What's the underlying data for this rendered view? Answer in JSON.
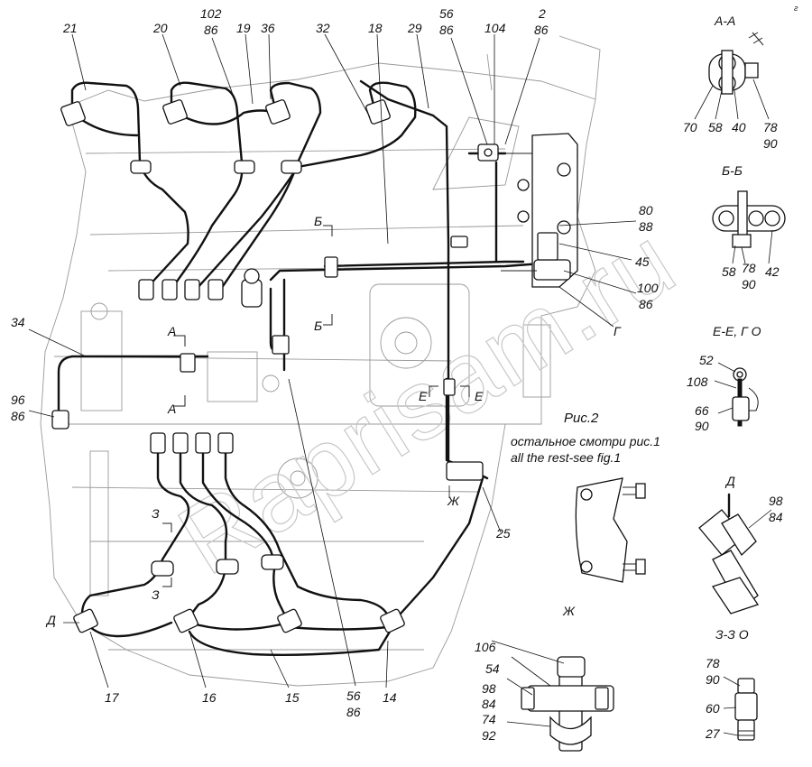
{
  "corner_mark": "г",
  "watermark": "Raprisam.ru",
  "labels_top": [
    "21",
    "20",
    "102",
    "86",
    "19",
    "36",
    "32",
    "18",
    "29",
    "56",
    "86",
    "104",
    "2",
    "86"
  ],
  "labels_right": [
    "80",
    "88",
    "45",
    "100",
    "86",
    "Г"
  ],
  "labels_left": [
    "34",
    "96",
    "86",
    "Д"
  ],
  "labels_bottom": [
    "17",
    "16",
    "15",
    "56",
    "86",
    "14",
    "25"
  ],
  "section_marks": {
    "b1": "Б",
    "b2": "Б",
    "a1": "А",
    "a2": "А",
    "e1": "Е",
    "e2": "Е",
    "z1": "З",
    "z2": "З",
    "zh": "Ж"
  },
  "figure": {
    "title": "Рис.2",
    "note_ru": "остальное смотри рис.1",
    "note_en": "all the rest-see fig.1"
  },
  "views": {
    "aa": {
      "title": "А-А",
      "labels": [
        "70",
        "58",
        "40",
        "78",
        "90"
      ]
    },
    "bb": {
      "title": "Б-Б",
      "labels": [
        "58",
        "78",
        "90",
        "42"
      ]
    },
    "ee": {
      "title": "Е-Е, Г О",
      "labels": [
        "52",
        "108",
        "66",
        "90"
      ]
    },
    "d": {
      "title": "Д",
      "labels": [
        "98",
        "84"
      ]
    },
    "zh": {
      "title": "Ж",
      "labels": [
        "106",
        "54",
        "98",
        "84",
        "74",
        "92"
      ]
    },
    "zz": {
      "title": "З-З О",
      "labels": [
        "78",
        "90",
        "60",
        "27"
      ]
    }
  }
}
